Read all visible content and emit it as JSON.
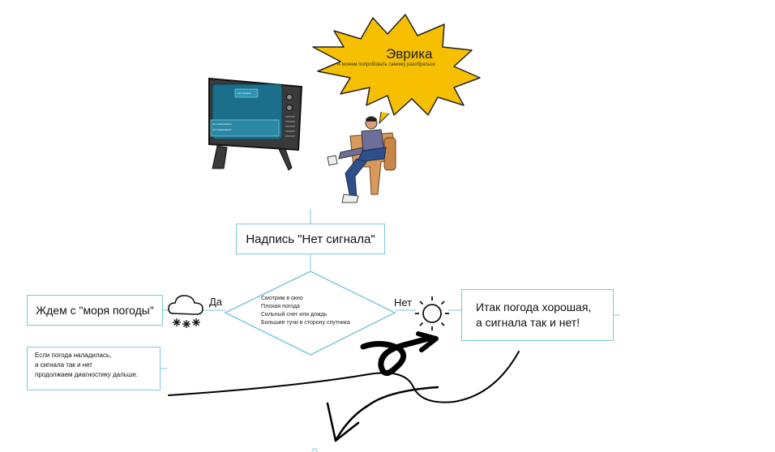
{
  "bubble": {
    "title": "Эврика",
    "subtitle": "А можем попробовать самому разобраться"
  },
  "tv": {
    "screen_label": "нет сигнала",
    "screen_line_1": "нет информации",
    "screen_line_2": "нет информации"
  },
  "flow": {
    "start_box": "Надпись \"Нет сигнала\"",
    "decision_text": "Смотрим в окно\nПлохая погода\nСильный снег или дождь\nБольшие тучи в сторону спутника",
    "yes_label": "Да",
    "no_label": "Нет",
    "yes_box": "Ждем с \"моря погоды\"",
    "no_box": "Итак погода хорошая,\nа сигнала так и нет!",
    "note_box": "Если погода наладилась,\nа сигнала так и нет\nпродолжаем диагностику дальше."
  },
  "icons": {
    "weather_bad": "cloud-snow-icon",
    "weather_good": "sun-icon"
  },
  "colors": {
    "connector": "#7ec6de",
    "starburst": "#f6c000",
    "tv_screen": "#1b6f8a"
  }
}
